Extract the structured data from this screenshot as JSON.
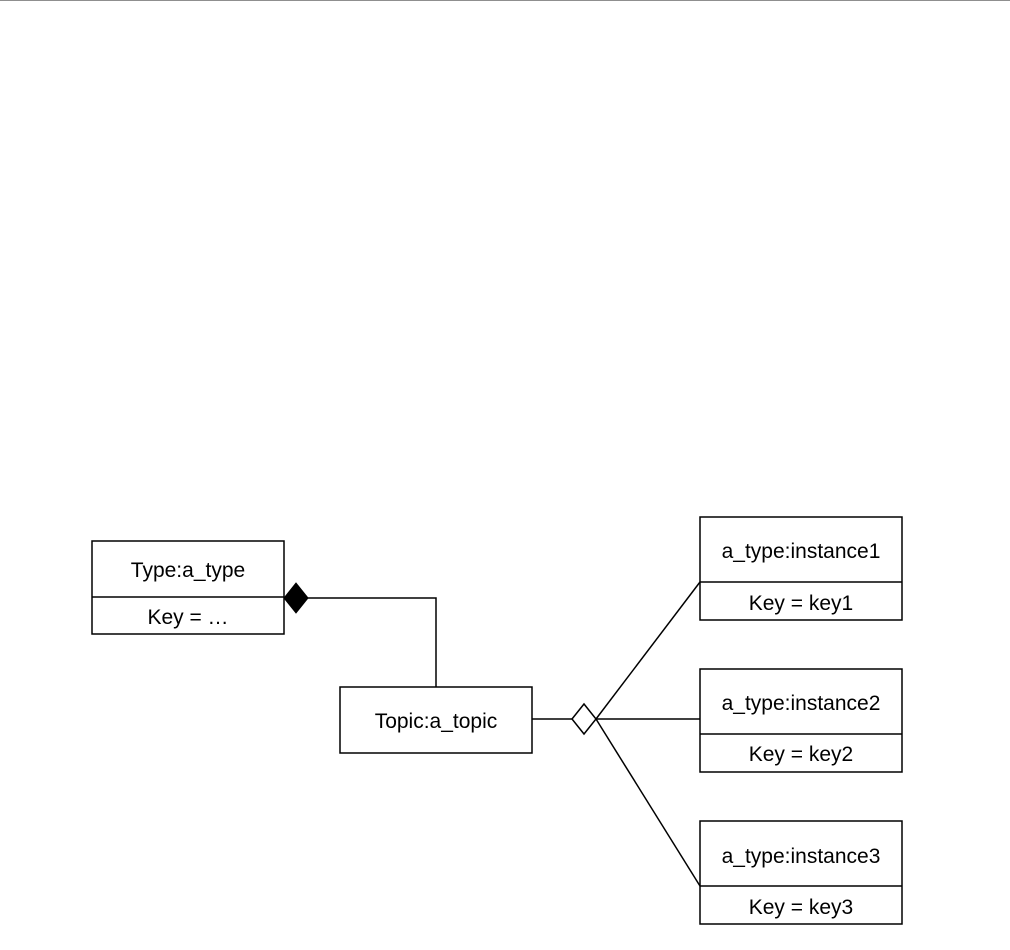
{
  "diagram": {
    "type_class": {
      "name": "Type:a_type",
      "attribute": "Key = …"
    },
    "topic": {
      "name": "Topic:a_topic"
    },
    "instances": [
      {
        "name": "a_type:instance1",
        "attribute": "Key = key1"
      },
      {
        "name": "a_type:instance2",
        "attribute": "Key = key2"
      },
      {
        "name": "a_type:instance3",
        "attribute": "Key = key3"
      }
    ],
    "relations": [
      {
        "from": "Topic:a_topic",
        "to": "Type:a_type",
        "kind": "composition"
      },
      {
        "from": "Topic:a_topic",
        "to": "a_type:instance1",
        "kind": "aggregation"
      },
      {
        "from": "Topic:a_topic",
        "to": "a_type:instance2",
        "kind": "aggregation"
      },
      {
        "from": "Topic:a_topic",
        "to": "a_type:instance3",
        "kind": "aggregation"
      }
    ]
  }
}
